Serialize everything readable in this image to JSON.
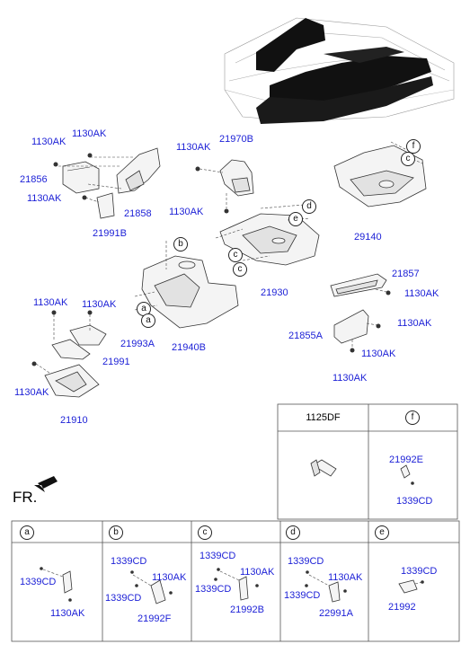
{
  "diagram": {
    "main_labels": [
      {
        "id": "l1",
        "text": "1130AK"
      },
      {
        "id": "l2",
        "text": "1130AK"
      },
      {
        "id": "l3",
        "text": "21856"
      },
      {
        "id": "l4",
        "text": "1130AK"
      },
      {
        "id": "l5",
        "text": "21858"
      },
      {
        "id": "l6",
        "text": "21991B"
      },
      {
        "id": "l7",
        "text": "1130AK"
      },
      {
        "id": "l8",
        "text": "21970B"
      },
      {
        "id": "l9",
        "text": "1130AK"
      },
      {
        "id": "l10",
        "text": "29140"
      },
      {
        "id": "l11",
        "text": "21930"
      },
      {
        "id": "l12",
        "text": "21857"
      },
      {
        "id": "l13",
        "text": "1130AK"
      },
      {
        "id": "l14",
        "text": "1130AK"
      },
      {
        "id": "l15",
        "text": "21855A"
      },
      {
        "id": "l16",
        "text": "1130AK"
      },
      {
        "id": "l17",
        "text": "1130AK"
      },
      {
        "id": "l18",
        "text": "1130AK"
      },
      {
        "id": "l19",
        "text": "1130AK"
      },
      {
        "id": "l20",
        "text": "21993A"
      },
      {
        "id": "l21",
        "text": "21991"
      },
      {
        "id": "l22",
        "text": "1130AK"
      },
      {
        "id": "l23",
        "text": "21910"
      },
      {
        "id": "l24",
        "text": "21940B"
      }
    ],
    "callouts": [
      {
        "id": "c1",
        "letter": "f"
      },
      {
        "id": "c2",
        "letter": "c"
      },
      {
        "id": "c3",
        "letter": "d"
      },
      {
        "id": "c4",
        "letter": "e"
      },
      {
        "id": "c5",
        "letter": "b"
      },
      {
        "id": "c6",
        "letter": "c"
      },
      {
        "id": "c7",
        "letter": "c"
      },
      {
        "id": "c8",
        "letter": "a"
      },
      {
        "id": "c9",
        "letter": "a"
      }
    ],
    "front_label": "FR."
  },
  "upper_table": {
    "headers": [
      "1125DF",
      "f"
    ],
    "f_labels": [
      "21992E",
      "1339CD"
    ]
  },
  "bottom_table": {
    "cells": [
      {
        "letter": "a",
        "labels": [
          "1339CD",
          "1130AK"
        ]
      },
      {
        "letter": "b",
        "labels": [
          "1339CD",
          "1130AK",
          "1339CD",
          "21992F"
        ]
      },
      {
        "letter": "c",
        "labels": [
          "1339CD",
          "1130AK",
          "1339CD",
          "21992B"
        ]
      },
      {
        "letter": "d",
        "labels": [
          "1339CD",
          "1130AK",
          "1339CD",
          "22991A"
        ]
      },
      {
        "letter": "e",
        "labels": [
          "1339CD",
          "21992"
        ]
      }
    ]
  }
}
